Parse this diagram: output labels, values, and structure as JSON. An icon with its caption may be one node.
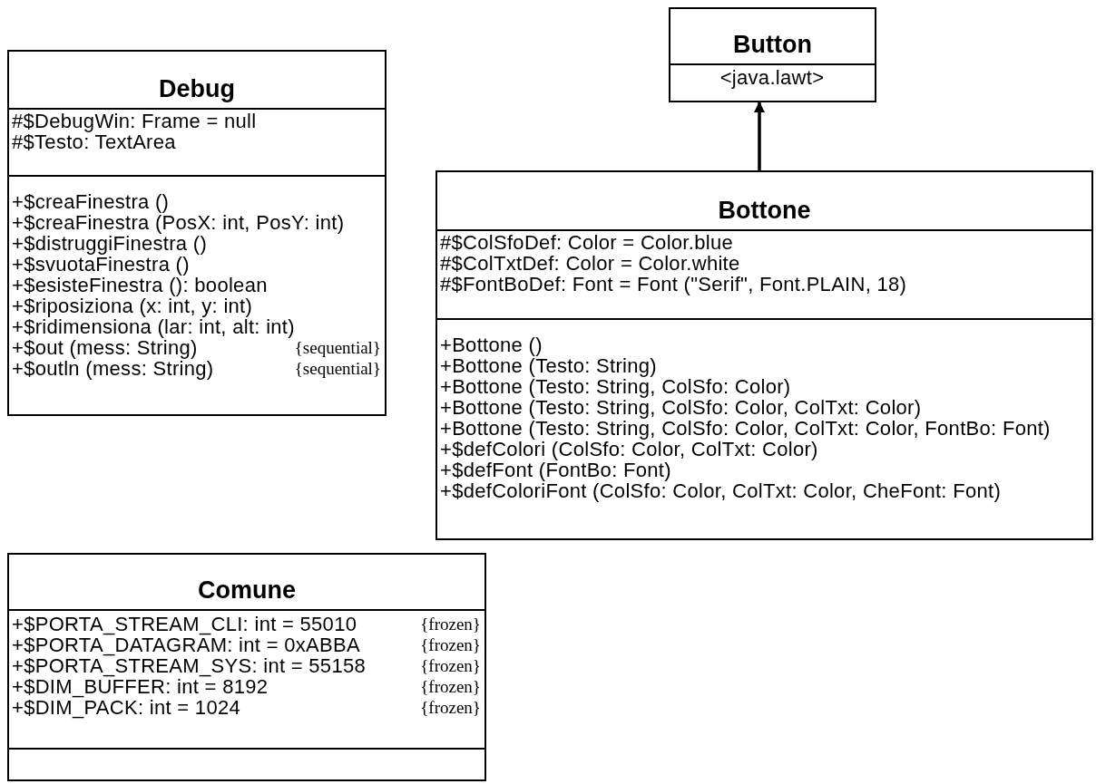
{
  "diagram": {
    "nodes": [
      {
        "text": [
          "Debug"
        ]
      },
      {
        "text": [
          "#$DebugWin: Frame = null",
          "#$Testo: TextArea"
        ],
        "in": 0
      },
      {
        "text": [
          "+$creaFinestra ()",
          "+$creaFinestra (PosX: int, PosY: int)",
          "+$distruggiFinestra ()",
          "+$svuotaFinestra ()",
          "+$esisteFinestra (): boolean",
          "+$riposiziona (x: int, y: int)",
          "+$ridimensiona (lar: int, alt: int)",
          "+$out (mess: String)",
          "+$outln (mess: String)",
          "{sequential}",
          "{sequential}"
        ],
        "in": 0
      },
      {
        "text": [
          "Button"
        ]
      },
      {
        "text": [
          "<java.lawt>"
        ],
        "in": 3
      },
      {
        "text": [
          "Bottone"
        ]
      },
      {
        "text": [
          "#$ColSfoDef: Color = Color.blue",
          "#$ColTxtDef: Color = Color.white",
          "#$FontBoDef: Font = Font (\"Serif\", Font.PLAIN, 18)"
        ],
        "in": 5
      },
      {
        "text": [
          "+Bottone ()",
          "+Bottone (Testo: String)",
          "+Bottone (Testo: String, ColSfo: Color)",
          "+Bottone (Testo: String, ColSfo: Color, ColTxt: Color)",
          "+Bottone (Testo: String, ColSfo: Color, ColTxt: Color, FontBo: Font)",
          "+$defColori (ColSfo: Color, ColTxt: Color)",
          "+$defFont (FontBo: Font)",
          "+$defColoriFont (ColSfo: Color, ColTxt: Color, CheFont: Font)"
        ],
        "in": 5
      },
      {
        "text": [
          "Comune"
        ]
      },
      {
        "text": [
          "+$PORTA_STREAM_CLI: int = 55010",
          "+$PORTA_DATAGRAM: int = 0xABBA",
          "+$PORTA_STREAM_SYS: int = 55158",
          "+$DIM_BUFFER: int = 8192",
          "+$DIM_PACK: int = 1024",
          "{frozen}",
          "{frozen}",
          "{frozen}",
          "{frozen}",
          "{frozen}"
        ],
        "in": 8
      },
      {
        "text": [],
        "shape": "box",
        "in": 8
      }
    ],
    "edges": [
      {
        "from": 5,
        "to": 3,
        "arrow": "to"
      }
    ]
  }
}
